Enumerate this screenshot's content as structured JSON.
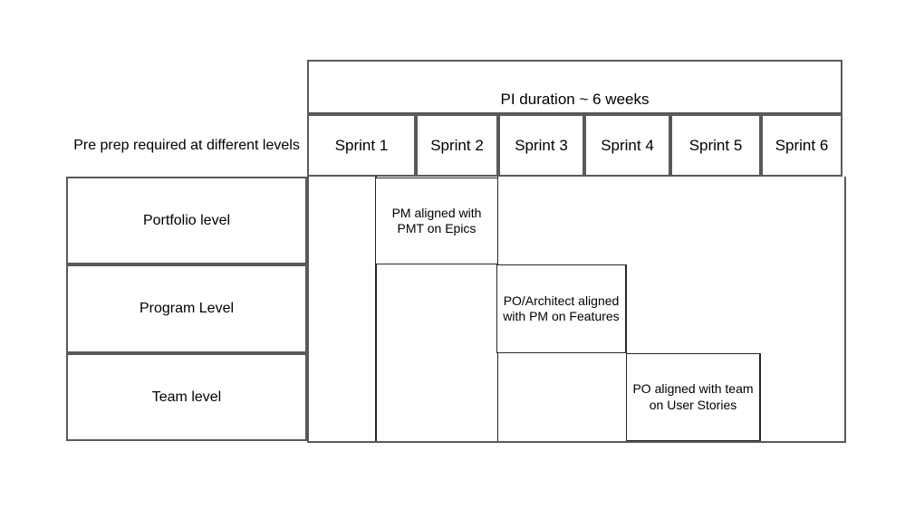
{
  "diagram": {
    "type": "swimlane-timeline-table",
    "corner_label": "Pre prep required at different levels",
    "timeline_header": "PI duration ~ 6 weeks",
    "sprints": [
      {
        "label": "Sprint 1"
      },
      {
        "label": "Sprint 2"
      },
      {
        "label": "Sprint 3"
      },
      {
        "label": "Sprint 4"
      },
      {
        "label": "Sprint 5"
      },
      {
        "label": "Sprint 6"
      }
    ],
    "levels": [
      {
        "label": "Portfolio level"
      },
      {
        "label": "Program Level"
      },
      {
        "label": "Team level"
      }
    ],
    "activities": [
      {
        "label": "PM aligned with PMT on Epics",
        "level": "Portfolio level",
        "start_sprint": "Sprint 2",
        "end_sprint": "Sprint 2"
      },
      {
        "label": "PO/Architect aligned with PM on Features",
        "level": "Program Level",
        "start_sprint": "Sprint 3",
        "end_sprint": "Sprint 3"
      },
      {
        "label": "PO aligned with team on User Stories",
        "level": "Team level",
        "start_sprint": "Sprint 4",
        "end_sprint": "Sprint 5"
      }
    ],
    "colors": {
      "background": "#ffffff",
      "grid_line": "#595959",
      "callout_line": "#262626",
      "text": "#000000"
    }
  }
}
